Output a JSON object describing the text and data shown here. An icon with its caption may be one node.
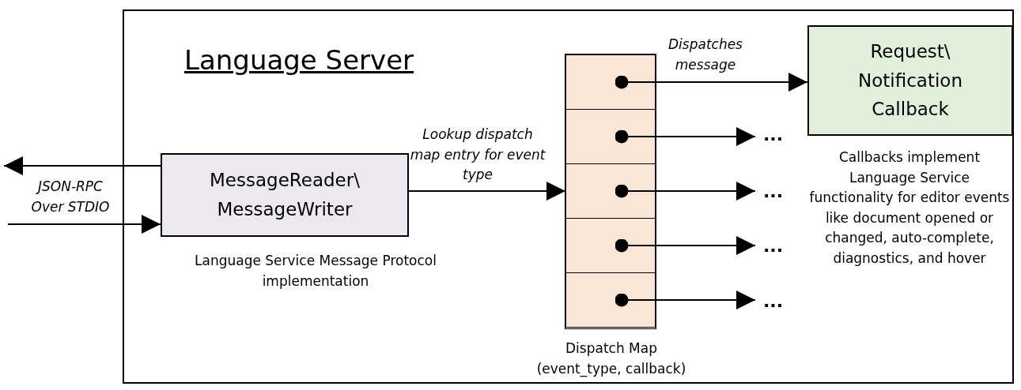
{
  "diagram": {
    "nodes": [
      {
        "text": [
          "Language Server"
        ]
      },
      {
        "text": [
          "MessageReader\\ MessageWriter"
        ],
        "in": 0,
        "beside": [
          "Language Service Message Protocol implementation"
        ]
      },
      {
        "text": [],
        "shape": "box",
        "in": 0,
        "beside": [
          "Dispatch Map (event_type, callback)"
        ]
      },
      {
        "text": [],
        "shape": "box",
        "in": 2
      },
      {
        "text": [],
        "shape": "box",
        "in": 2
      },
      {
        "text": [],
        "shape": "box",
        "in": 2
      },
      {
        "text": [],
        "shape": "box",
        "in": 2
      },
      {
        "text": [],
        "shape": "box",
        "in": 2
      },
      {
        "text": [
          "Request\\ Notification Callback"
        ],
        "in": 0
      },
      {
        "text": [
          "..."
        ],
        "in": 0
      },
      {
        "text": [
          "..."
        ],
        "in": 0
      },
      {
        "text": [
          "..."
        ],
        "in": 0
      },
      {
        "text": [
          "..."
        ],
        "in": 0
      }
    ],
    "edges": [
      {
        "from": 1,
        "to": null,
        "arrow": "to"
      },
      {
        "from": null,
        "to": 1,
        "arrow": "to"
      },
      {
        "from": 1,
        "to": 5,
        "arrow": "to",
        "label": "Lookup dispatch map entry for event type"
      },
      {
        "from": 3,
        "to": 8,
        "arrow": "to",
        "label": "Dispatches message"
      },
      {
        "from": 4,
        "to": 9,
        "arrow": "to"
      },
      {
        "from": 5,
        "to": 10,
        "arrow": "to"
      },
      {
        "from": 6,
        "to": 11,
        "arrow": "to"
      },
      {
        "from": 7,
        "to": 12,
        "arrow": "to"
      }
    ],
    "labels": [
      "JSON-RPC Over STDIO",
      "Callbacks implement Language Service functionality for editor events like document opened or changed, auto-complete, diagnostics, and hover"
    ]
  }
}
